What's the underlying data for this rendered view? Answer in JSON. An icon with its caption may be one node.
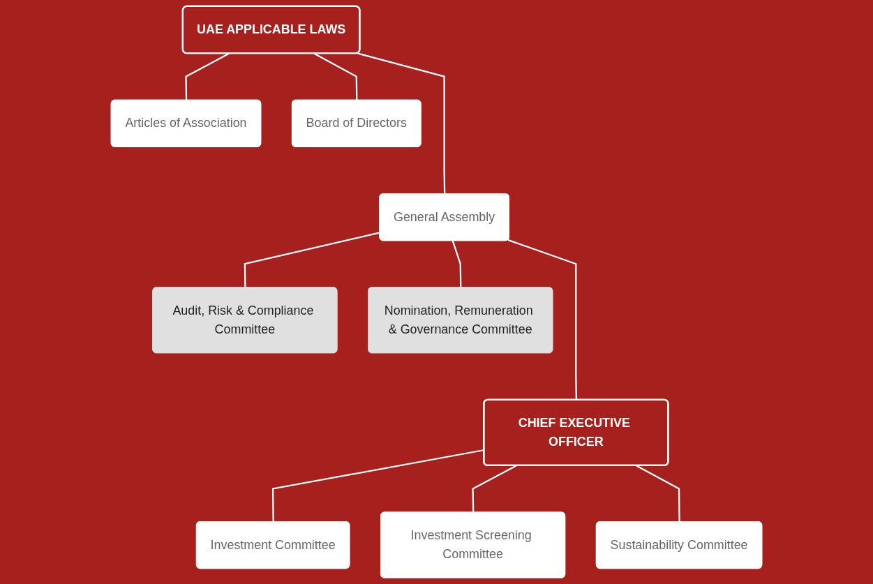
{
  "diagram": {
    "nodes": [
      {
        "text": [
          "UAE APPLICABLE LAWS"
        ]
      },
      {
        "text": [
          "Articles of Association"
        ]
      },
      {
        "text": [
          "General Assembly"
        ]
      },
      {
        "text": [
          "Board of Directors"
        ]
      },
      {
        "text": [
          "Audit, Risk & Compliance Committee"
        ]
      },
      {
        "text": [
          "Nomination, Remuneration & Governance Committee"
        ]
      },
      {
        "text": [
          "CHIEF EXECUTIVE OFFICER"
        ]
      },
      {
        "text": [
          "Investment Committee"
        ]
      },
      {
        "text": [
          "Investment Screening Committee"
        ]
      },
      {
        "text": [
          "Sustainability Committee"
        ]
      }
    ],
    "edges": [
      {
        "from": 0,
        "to": 1,
        "arrow": "none"
      },
      {
        "from": 0,
        "to": 2,
        "arrow": "none"
      },
      {
        "from": 0,
        "to": 3,
        "arrow": "none"
      },
      {
        "from": 2,
        "to": 4,
        "arrow": "none"
      },
      {
        "from": 2,
        "to": 5,
        "arrow": "none"
      },
      {
        "from": 2,
        "to": 6,
        "arrow": "none"
      },
      {
        "from": 6,
        "to": 7,
        "arrow": "none"
      },
      {
        "from": 6,
        "to": 8,
        "arrow": "none"
      },
      {
        "from": 6,
        "to": 9,
        "arrow": "none"
      }
    ]
  }
}
